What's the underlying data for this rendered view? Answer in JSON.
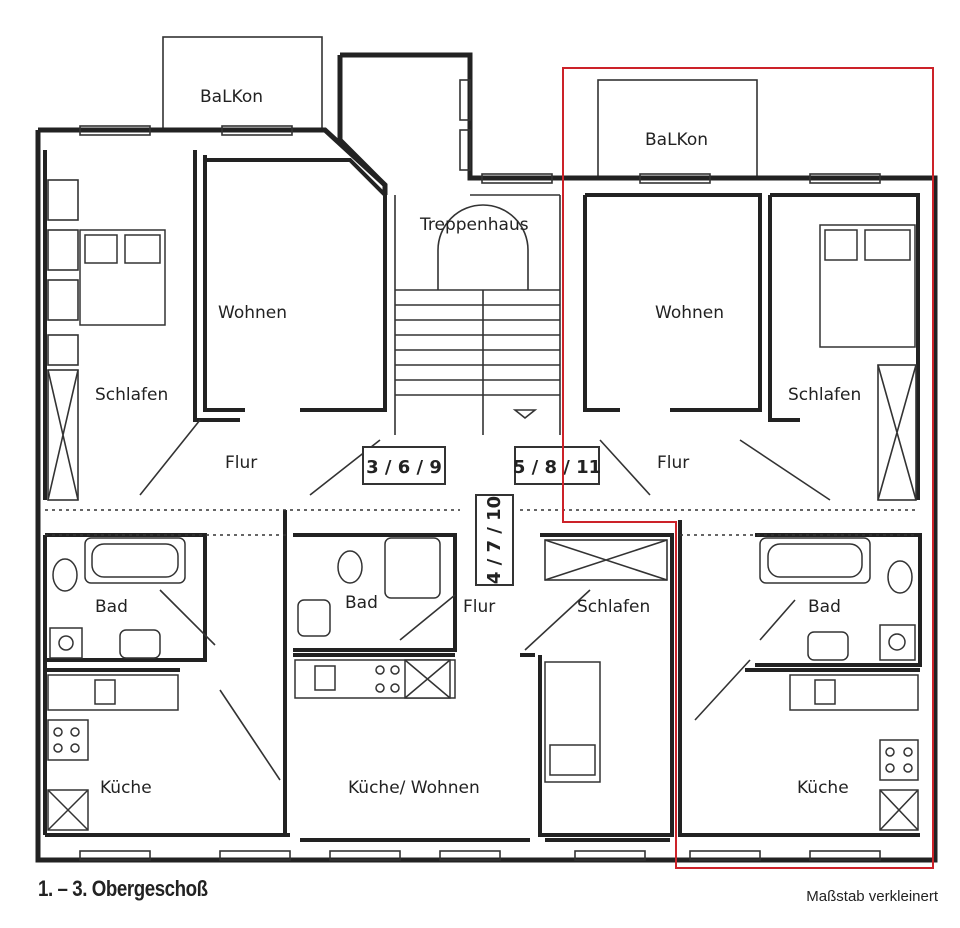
{
  "rooms": {
    "balkon_left": "BaLKon",
    "balkon_right": "BaLKon",
    "treppenhaus": "Treppenhaus",
    "wohnen_left": "Wohnen",
    "wohnen_right": "Wohnen",
    "schlafen_left": "Schlafen",
    "schlafen_right": "Schlafen",
    "schlafen_middle": "Schlafen",
    "flur_left": "Flur",
    "flur_right": "Flur",
    "flur_middle": "Flur",
    "bad_left": "Bad",
    "bad_middle": "Bad",
    "bad_right": "Bad",
    "kueche_left": "Küche",
    "kueche_right": "Küche",
    "kueche_wohnen": "Küche/ Wohnen"
  },
  "apartment_numbers": {
    "left": "3 / 6 / 9",
    "right": "5 / 8 / 11",
    "middle": "4 / 7 / 10"
  },
  "footer": {
    "title": "1. – 3. Obergeschoß",
    "scale": "Maßstab verkleinert"
  },
  "highlight_color": "#cc2229"
}
